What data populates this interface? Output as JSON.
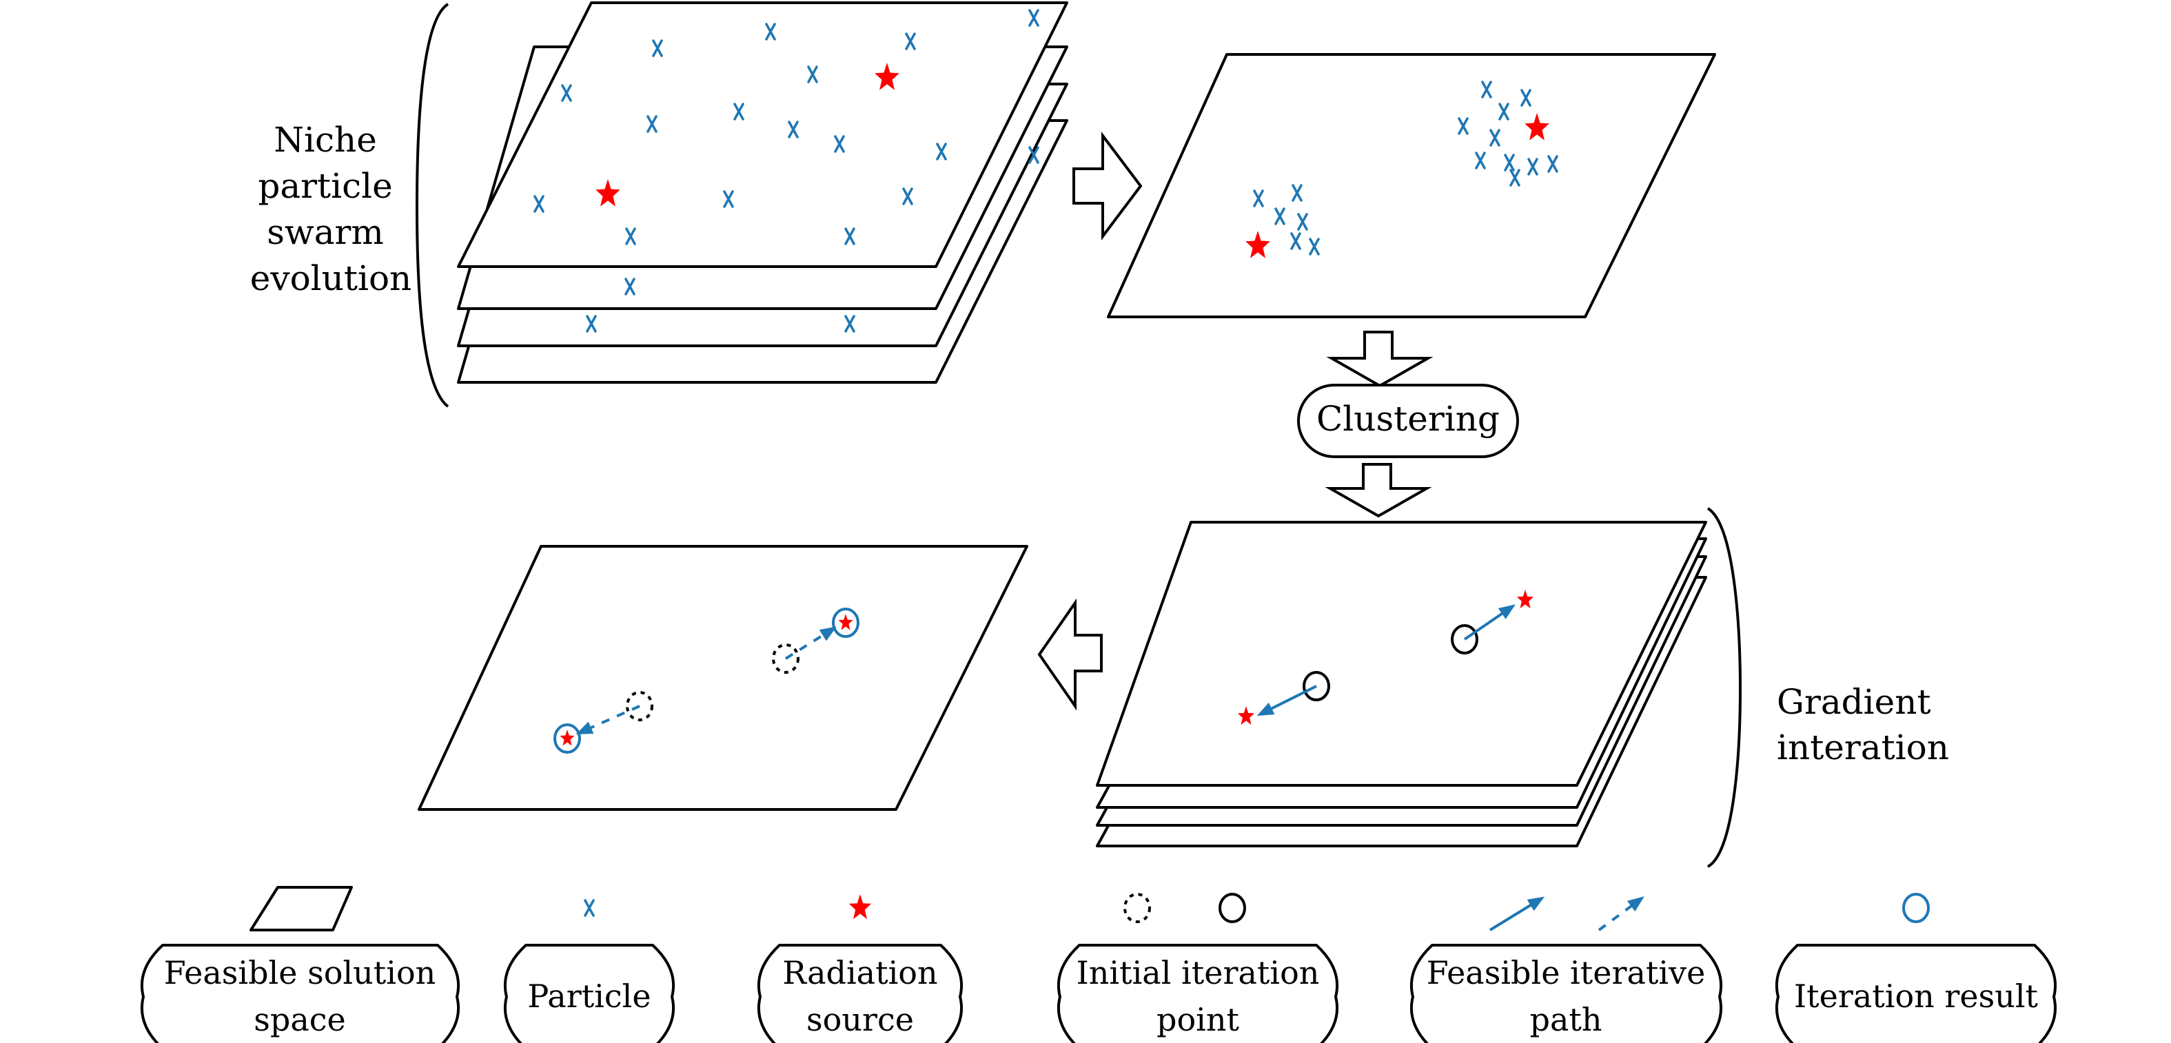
{
  "colors": {
    "particle": "#1f77b4",
    "radiation_source": "#ff0000",
    "outline": "#000000",
    "path": "#1f77b4",
    "iteration_result": "#1f77b4"
  },
  "labels": {
    "niche_pso": [
      "Niche",
      "particle",
      "swarm",
      "evolution"
    ],
    "clustering": "Clustering",
    "gradient": [
      "Gradient",
      "interation"
    ]
  },
  "stage_niche_pso": {
    "layers": 4,
    "particles": [
      [
        822,
        135
      ],
      [
        954,
        70
      ],
      [
        1118,
        46
      ],
      [
        1179,
        108
      ],
      [
        1321,
        60
      ],
      [
        1500,
        26
      ],
      [
        946,
        180
      ],
      [
        1072,
        162
      ],
      [
        1151,
        188
      ],
      [
        1218,
        209
      ],
      [
        1366,
        220
      ],
      [
        1500,
        225
      ],
      [
        782,
        296
      ],
      [
        1057,
        289
      ],
      [
        1317,
        285
      ],
      [
        915,
        343
      ],
      [
        1233,
        343
      ],
      [
        914,
        416
      ],
      [
        858,
        470
      ],
      [
        1233,
        470
      ]
    ],
    "radiation_sources": [
      [
        1287,
        113
      ],
      [
        882,
        282
      ]
    ]
  },
  "stage_clustering": {
    "particles": [
      [
        2157,
        130
      ],
      [
        2214,
        142
      ],
      [
        2182,
        162
      ],
      [
        2123,
        183
      ],
      [
        2169,
        200
      ],
      [
        2148,
        233
      ],
      [
        2190,
        236
      ],
      [
        2224,
        242
      ],
      [
        2253,
        238
      ],
      [
        2198,
        258
      ],
      [
        1826,
        288
      ],
      [
        1882,
        280
      ],
      [
        1857,
        314
      ],
      [
        1890,
        322
      ],
      [
        1880,
        350
      ],
      [
        1907,
        358
      ]
    ],
    "radiation_sources": [
      [
        2230,
        186
      ],
      [
        1825,
        357
      ]
    ]
  },
  "stage_gradient": {
    "layers": 4,
    "initial_points": [
      [
        2125,
        928
      ],
      [
        1910,
        996
      ]
    ],
    "radiation_sources": [
      [
        2213,
        871
      ],
      [
        1808,
        1040
      ]
    ],
    "paths": [
      {
        "from": [
          2125,
          928
        ],
        "to": [
          2195,
          880
        ]
      },
      {
        "from": [
          1910,
          996
        ],
        "to": [
          1828,
          1037
        ]
      }
    ]
  },
  "stage_result": {
    "initial_points_dashed": [
      [
        1140,
        956
      ],
      [
        928,
        1025
      ]
    ],
    "results": [
      [
        1227,
        904
      ],
      [
        823,
        1072
      ]
    ],
    "paths_dashed": [
      {
        "from": [
          1140,
          956
        ],
        "to": [
          1210,
          912
        ]
      },
      {
        "from": [
          928,
          1025
        ],
        "to": [
          840,
          1064
        ]
      }
    ]
  },
  "legend": [
    {
      "id": "feasible-solution-space",
      "lines": [
        "Feasible solution",
        "space"
      ],
      "icon": "parallelogram-icon"
    },
    {
      "id": "particle",
      "lines": [
        "Particle"
      ],
      "icon": "cross-icon"
    },
    {
      "id": "radiation-source",
      "lines": [
        "Radiation",
        "source"
      ],
      "icon": "star-icon"
    },
    {
      "id": "initial-iteration-point",
      "lines": [
        "Initial iteration",
        "point"
      ],
      "icon": "circle-icon"
    },
    {
      "id": "feasible-iterative-path",
      "lines": [
        "Feasible iterative",
        "path"
      ],
      "icon": "arrow-icon"
    },
    {
      "id": "iteration-result",
      "lines": [
        "Iteration result"
      ],
      "icon": "blue-circle-icon"
    }
  ]
}
